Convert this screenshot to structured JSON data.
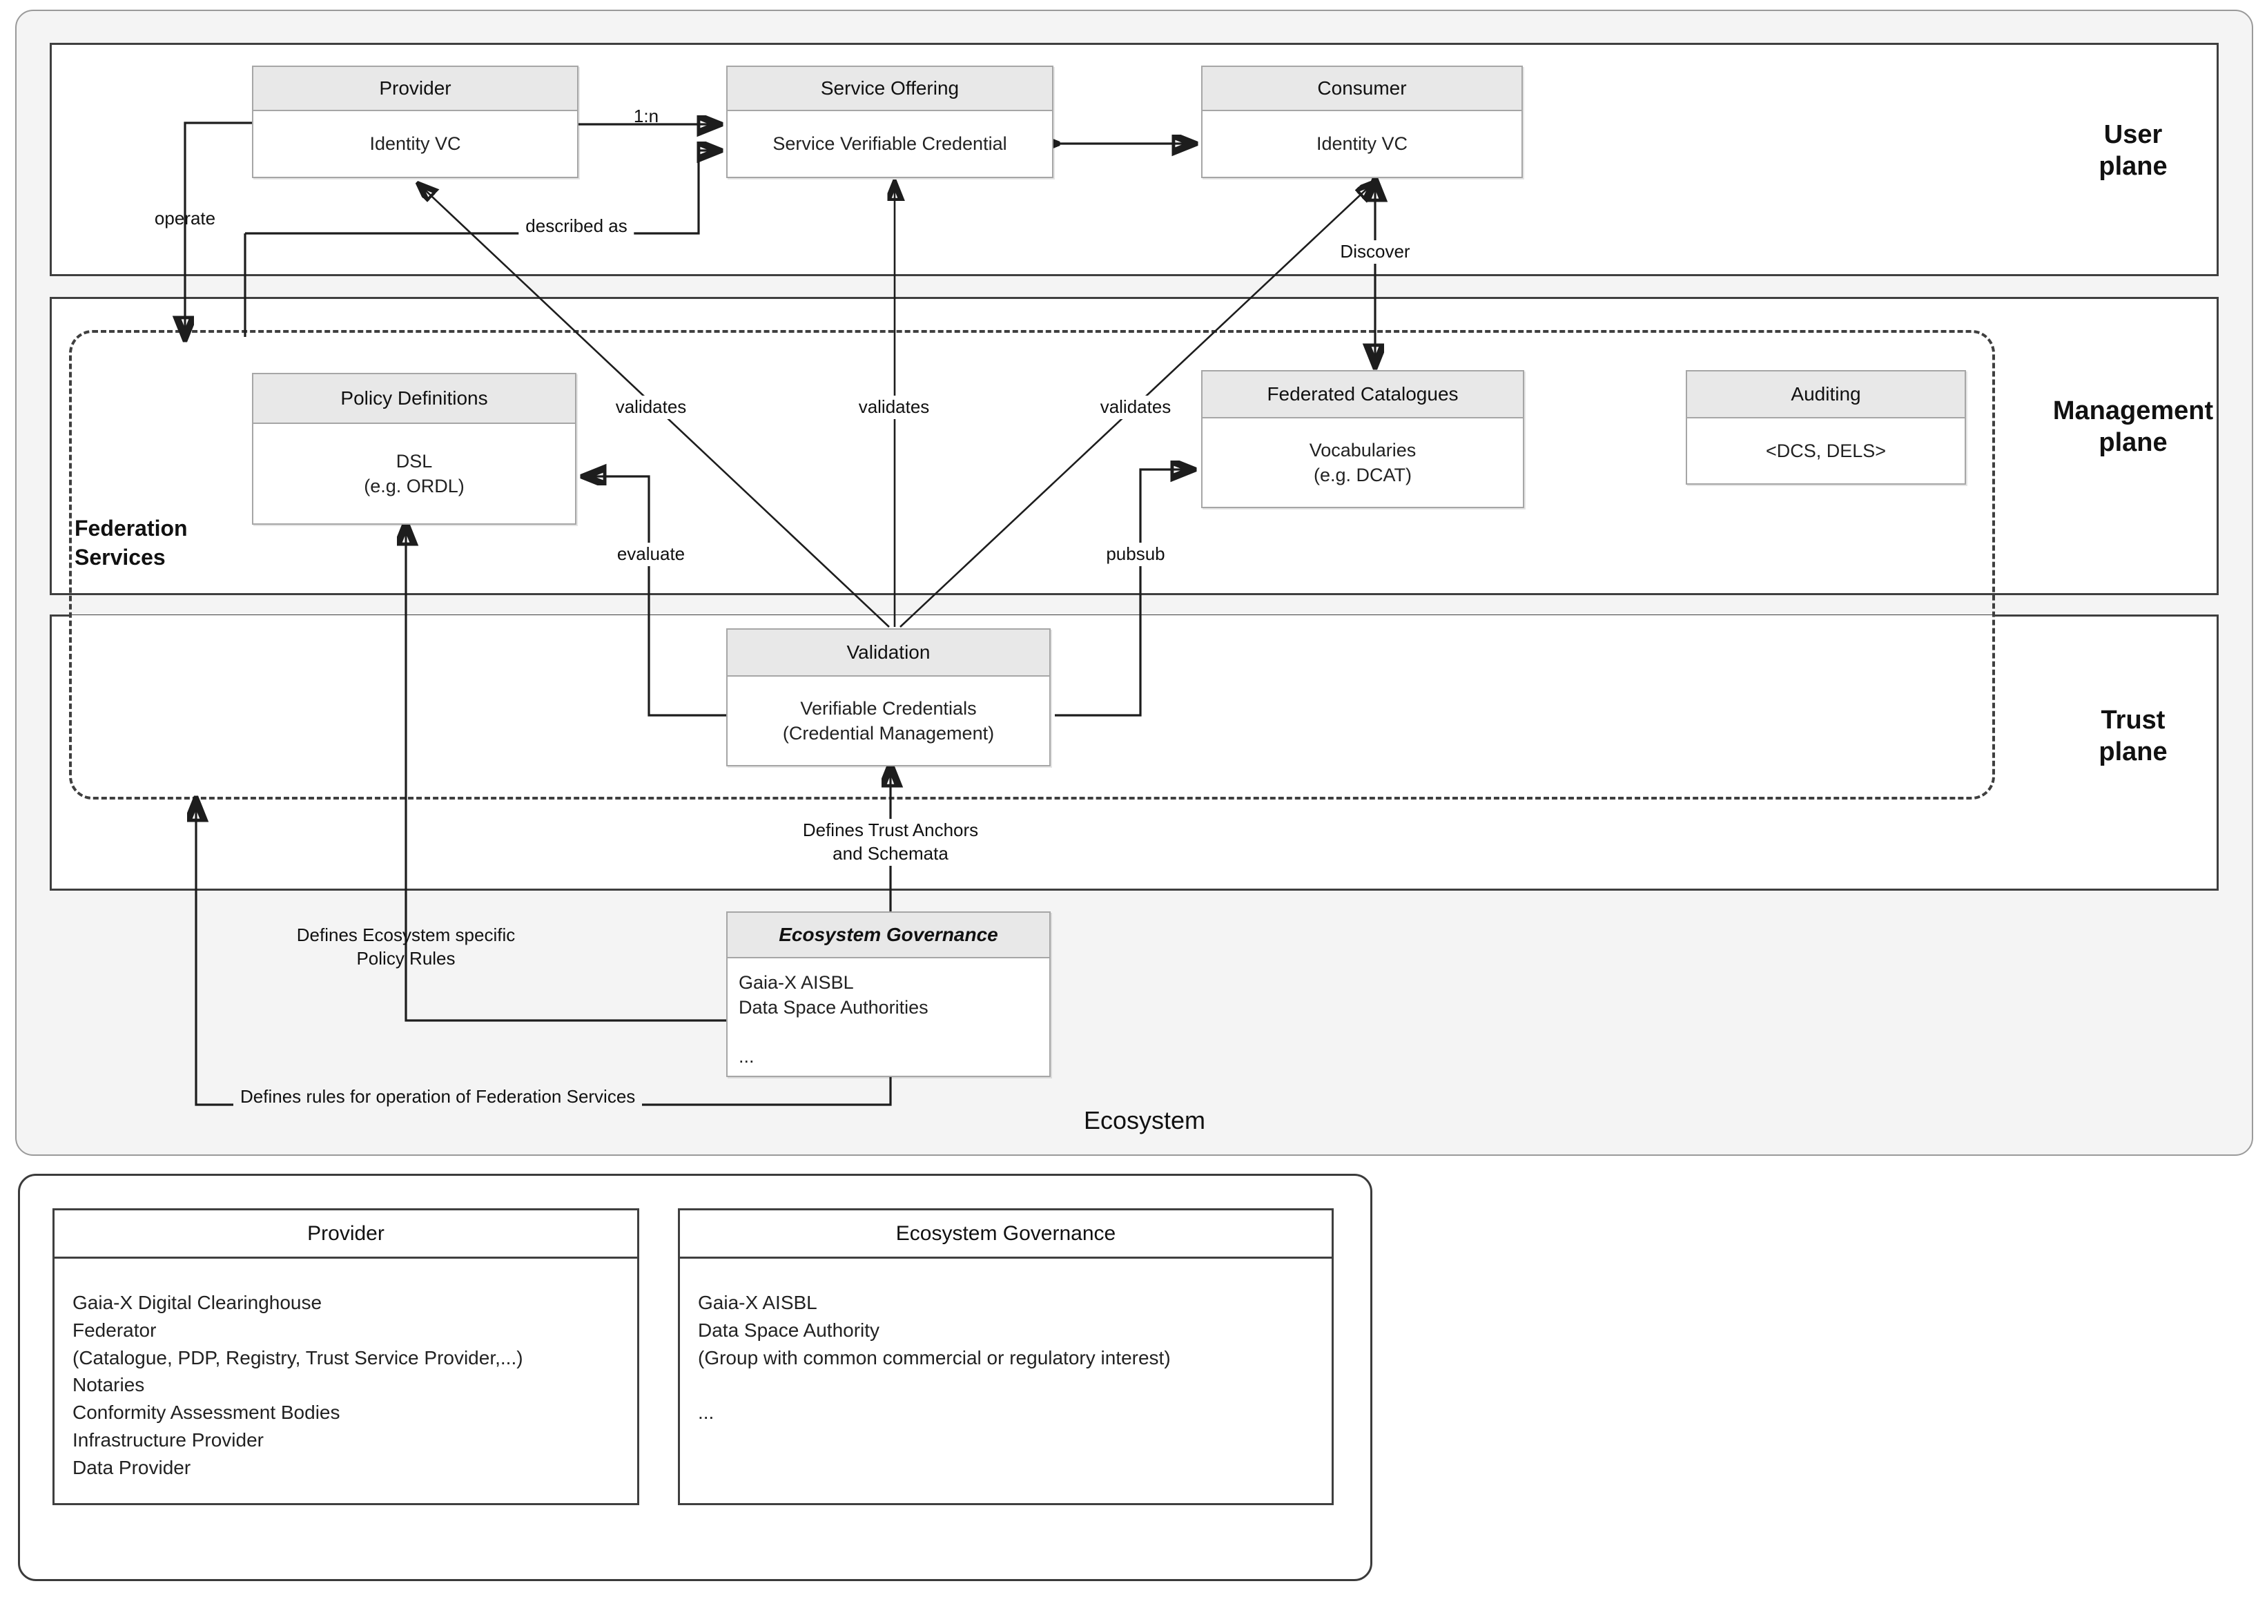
{
  "diagram": {
    "title": "Gaia-X Ecosystem Architecture Planes",
    "ecosystem_label": "Ecosystem",
    "federation_services_label": "Federation\nServices"
  },
  "planes": [
    {
      "id": "user",
      "label": "User\nplane"
    },
    {
      "id": "management",
      "label": "Management\nplane"
    },
    {
      "id": "trust",
      "label": "Trust\nplane"
    }
  ],
  "nodes": {
    "provider": {
      "title": "Provider",
      "body": "Identity VC"
    },
    "service_offering": {
      "title": "Service Offering",
      "body": "Service Verifiable Credential"
    },
    "consumer": {
      "title": "Consumer",
      "body": "Identity VC"
    },
    "policy_definitions": {
      "title": "Policy Definitions",
      "body": "DSL\n(e.g. ORDL)"
    },
    "federated_catalogues": {
      "title": "Federated Catalogues",
      "body": "Vocabularies\n(e.g. DCAT)"
    },
    "auditing": {
      "title": "Auditing",
      "body": "<DCS, DELS>"
    },
    "validation": {
      "title": "Validation",
      "body": "Verifiable Credentials\n(Credential Management)"
    },
    "ecosystem_governance": {
      "title": "Ecosystem Governance",
      "body": "Gaia-X AISBL\nData Space Authorities\n\n..."
    }
  },
  "edge_labels": {
    "operate": "operate",
    "one_to_n": "1:n",
    "described_as": "described as",
    "discover": "Discover",
    "validates_1": "validates",
    "validates_2": "validates",
    "validates_3": "validates",
    "evaluate": "evaluate",
    "pubsub": "pubsub",
    "defines_trust_anchors": "Defines Trust Anchors\nand Schemata",
    "defines_policy_rules": "Defines Ecosystem specific\nPolicy Rules",
    "defines_operation_rules": "Defines rules for operation of Federation Services"
  },
  "legend": {
    "provider": {
      "title": "Provider",
      "body": "Gaia-X Digital Clearinghouse\nFederator\n(Catalogue, PDP, Registry, Trust Service Provider,...)\nNotaries\nConformity Assessment Bodies\nInfrastructure Provider\nData Provider"
    },
    "ecosystem_governance": {
      "title": "Ecosystem Governance",
      "body": "Gaia-X AISBL\nData Space Authority\n(Group with common commercial or regulatory interest)\n\n..."
    }
  },
  "colors": {
    "node_header_fill": "#e8e8e8",
    "node_border": "#a6a6a6",
    "plane_border": "#3f3f3f",
    "frame_fill": "#f4f4f4",
    "line": "#1d1d1d"
  }
}
